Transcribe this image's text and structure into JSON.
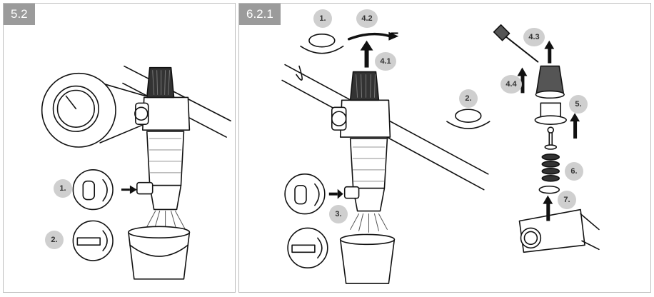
{
  "panels": [
    {
      "tag": "5.2",
      "steps": [
        "1.",
        "2."
      ]
    },
    {
      "tag": "6.2.1",
      "steps": [
        "1.",
        "4.2",
        "4.1",
        "2.",
        "3.",
        "4.3",
        "4.4",
        "5.",
        "6.",
        "7."
      ],
      "minus_sign": "–"
    }
  ],
  "colors": {
    "tag_bg": "#9b9b9b",
    "step_bg": "#cfcfcf",
    "line": "#111111",
    "mesh": "#d9d9d9"
  }
}
